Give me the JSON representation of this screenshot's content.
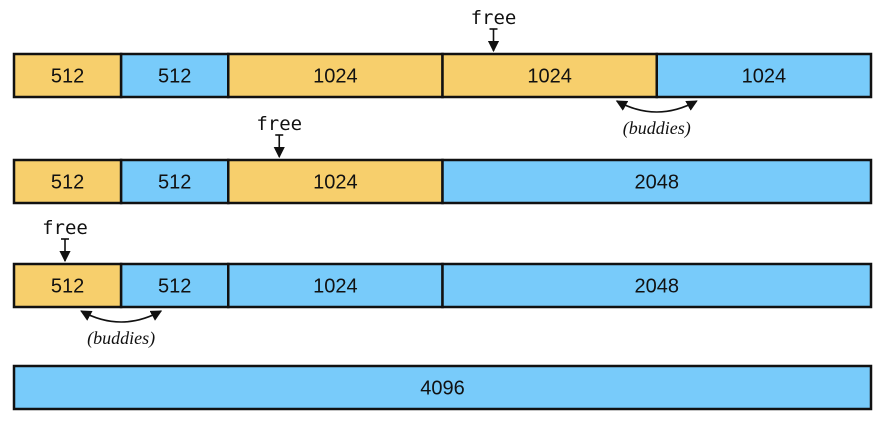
{
  "colors": {
    "free": "#f7cf6c",
    "allocated": "#78cbfa",
    "border": "#111111"
  },
  "rows": [
    {
      "blocks": [
        {
          "label": "512",
          "size": 512,
          "state": "free"
        },
        {
          "label": "512",
          "size": 512,
          "state": "allocated"
        },
        {
          "label": "1024",
          "size": 1024,
          "state": "free"
        },
        {
          "label": "1024",
          "size": 1024,
          "state": "free"
        },
        {
          "label": "1024",
          "size": 1024,
          "state": "allocated"
        }
      ],
      "free_marker": {
        "label": "free",
        "block_index": 3
      },
      "buddies": {
        "label": "(buddies)",
        "left_block": 3,
        "right_block": 4
      }
    },
    {
      "blocks": [
        {
          "label": "512",
          "size": 512,
          "state": "free"
        },
        {
          "label": "512",
          "size": 512,
          "state": "allocated"
        },
        {
          "label": "1024",
          "size": 1024,
          "state": "free"
        },
        {
          "label": "2048",
          "size": 2048,
          "state": "allocated"
        }
      ],
      "free_marker": {
        "label": "free",
        "block_index": 2
      }
    },
    {
      "blocks": [
        {
          "label": "512",
          "size": 512,
          "state": "free"
        },
        {
          "label": "512",
          "size": 512,
          "state": "allocated"
        },
        {
          "label": "1024",
          "size": 1024,
          "state": "allocated"
        },
        {
          "label": "2048",
          "size": 2048,
          "state": "allocated"
        }
      ],
      "free_marker": {
        "label": "free",
        "block_index": 0
      },
      "buddies": {
        "label": "(buddies)",
        "left_block": 0,
        "right_block": 1
      }
    },
    {
      "blocks": [
        {
          "label": "4096",
          "size": 4096,
          "state": "allocated"
        }
      ]
    }
  ]
}
